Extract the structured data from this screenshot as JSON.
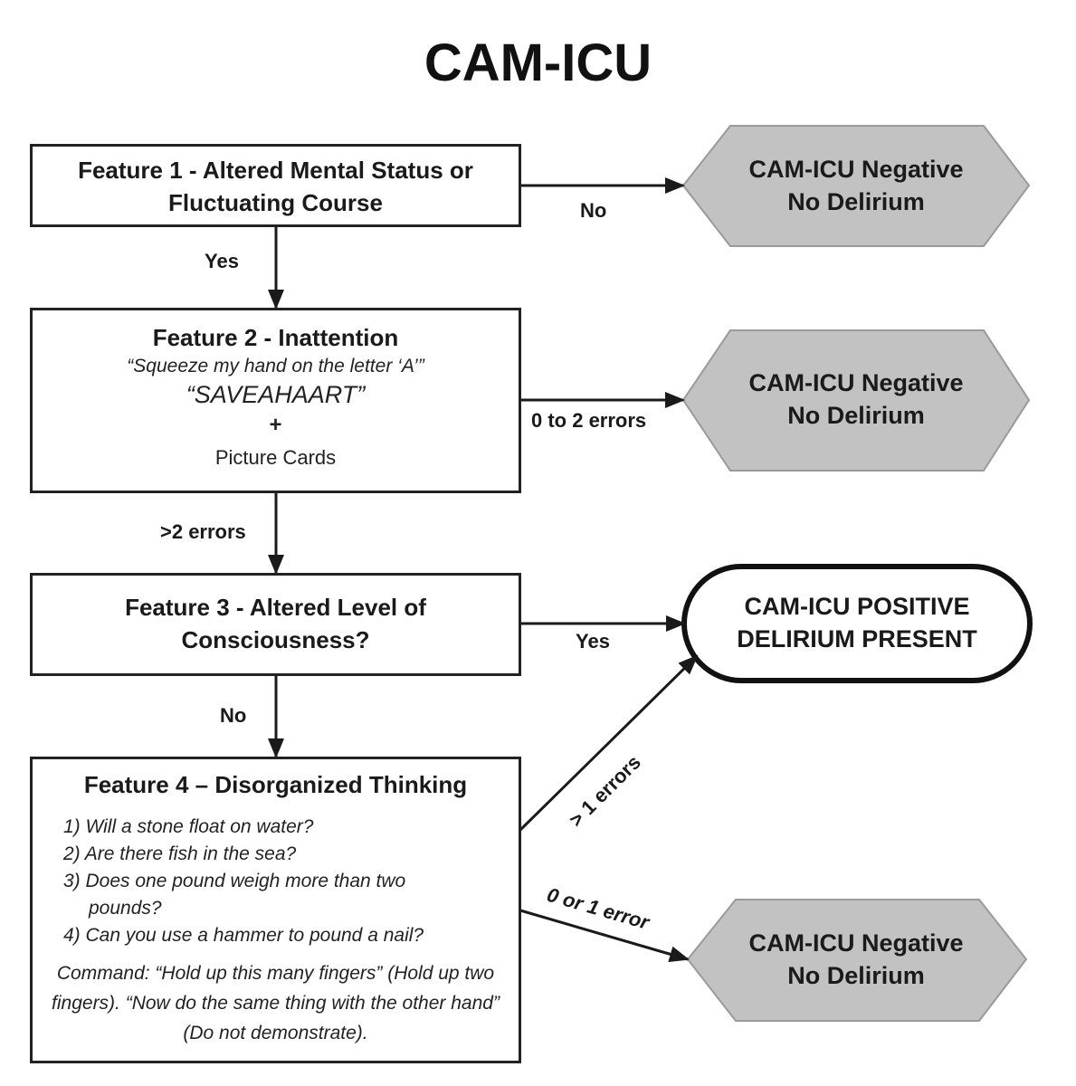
{
  "title": "CAM-ICU",
  "colors": {
    "line": "#1a1a1a",
    "negative_fill": "#c2c2c2",
    "negative_stroke": "#999999",
    "box_fill": "#ffffff"
  },
  "features": [
    {
      "id": "feature1",
      "title_line1": "Feature 1 - Altered Mental Status or",
      "title_line2": "Fluctuating Course"
    },
    {
      "id": "feature2",
      "title": "Feature 2 - Inattention",
      "instruction": "“Squeeze my hand on the letter ‘A’”",
      "letters": "“SAVEAHAART”",
      "plus": "+",
      "extra": "Picture Cards"
    },
    {
      "id": "feature3",
      "title_line1": "Feature 3 - Altered Level of",
      "title_line2": "Consciousness?"
    },
    {
      "id": "feature4",
      "title": "Feature 4 – Disorganized Thinking",
      "questions": [
        "1) Will a stone float on water?",
        "2) Are there fish in the sea?",
        "3) Does one pound weigh more than two pounds?",
        "4) Can you use a hammer to pound a nail?"
      ],
      "command": "Command: “Hold up this many fingers” (Hold up two fingers).  “Now do the same thing with the other hand” (Do not demonstrate)."
    }
  ],
  "outcomes": {
    "negative1": {
      "line1": "CAM-ICU Negative",
      "line2": "No Delirium"
    },
    "negative2": {
      "line1": "CAM-ICU Negative",
      "line2": "No Delirium"
    },
    "positive": {
      "line1": "CAM-ICU POSITIVE",
      "line2": "DELIRIUM PRESENT"
    },
    "negative3": {
      "line1": "CAM-ICU Negative",
      "line2": "No Delirium"
    }
  },
  "edges": {
    "f1_no": "No",
    "f1_yes": "Yes",
    "f2_ok": "0 to 2 errors",
    "f2_fail": ">2 errors",
    "f3_yes": "Yes",
    "f3_no": "No",
    "f4_fail": "> 1 errors",
    "f4_ok": "0 or 1 error"
  }
}
